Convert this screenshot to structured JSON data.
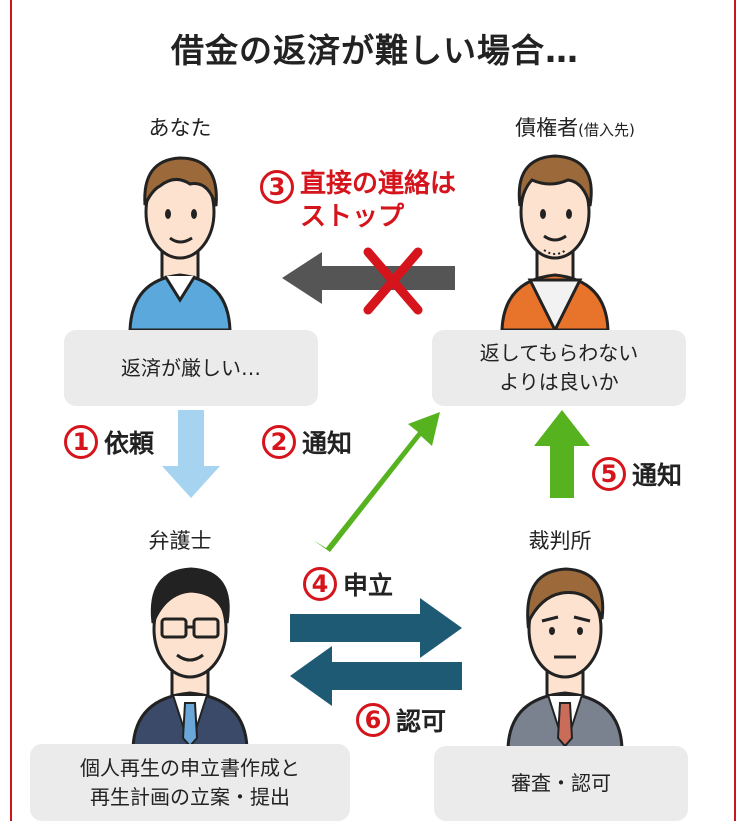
{
  "title": "借金の返済が難しい場合…",
  "labels": {
    "you": "あなた",
    "creditor": "債権者",
    "creditor_note": "(借入先)",
    "lawyer": "弁護士",
    "court": "裁判所"
  },
  "boxes": {
    "you": "返済が厳しい…",
    "creditor_line1": "返してもらわない",
    "creditor_line2": "よりは良いか",
    "lawyer_line1": "個人再生の申立書作成と",
    "lawyer_line2": "再生計画の立案・提出",
    "court": "審査・認可"
  },
  "steps": [
    {
      "num": "1",
      "text": "依頼"
    },
    {
      "num": "2",
      "text": "通知"
    },
    {
      "num": "3",
      "text_line1": "直接の連絡は",
      "text_line2": "ストップ"
    },
    {
      "num": "4",
      "text": "申立"
    },
    {
      "num": "5",
      "text": "通知"
    },
    {
      "num": "6",
      "text": "認可"
    }
  ],
  "colors": {
    "accent_red": "#d5141c",
    "arrow_blue_light": "#a6d3f0",
    "arrow_green": "#56b21f",
    "arrow_navy": "#1f5a74",
    "arrow_gray": "#555555"
  }
}
